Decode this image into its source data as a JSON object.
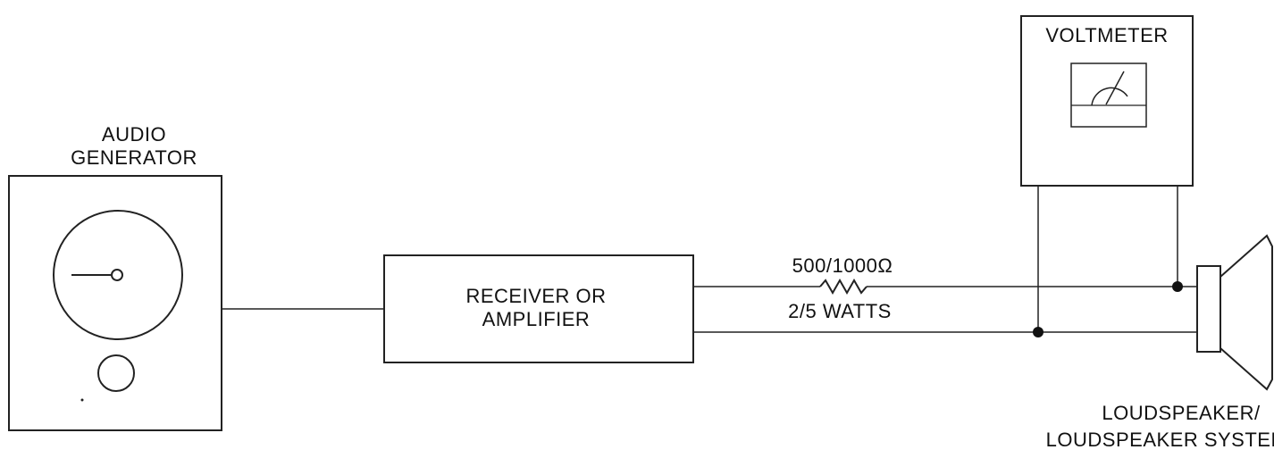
{
  "labels": {
    "audio_generator_line1": "AUDIO",
    "audio_generator_line2": "GENERATOR",
    "receiver_line1": "RECEIVER OR",
    "receiver_line2": "AMPLIFIER",
    "voltmeter": "VOLTMETER",
    "resistor_value": "500/1000Ω",
    "resistor_power": "2/5 WATTS",
    "loudspeaker_line1": "LOUDSPEAKER/",
    "loudspeaker_line2": "LOUDSPEAKER SYSTEM"
  },
  "colors": {
    "line": "#222222",
    "background": "#ffffff"
  }
}
